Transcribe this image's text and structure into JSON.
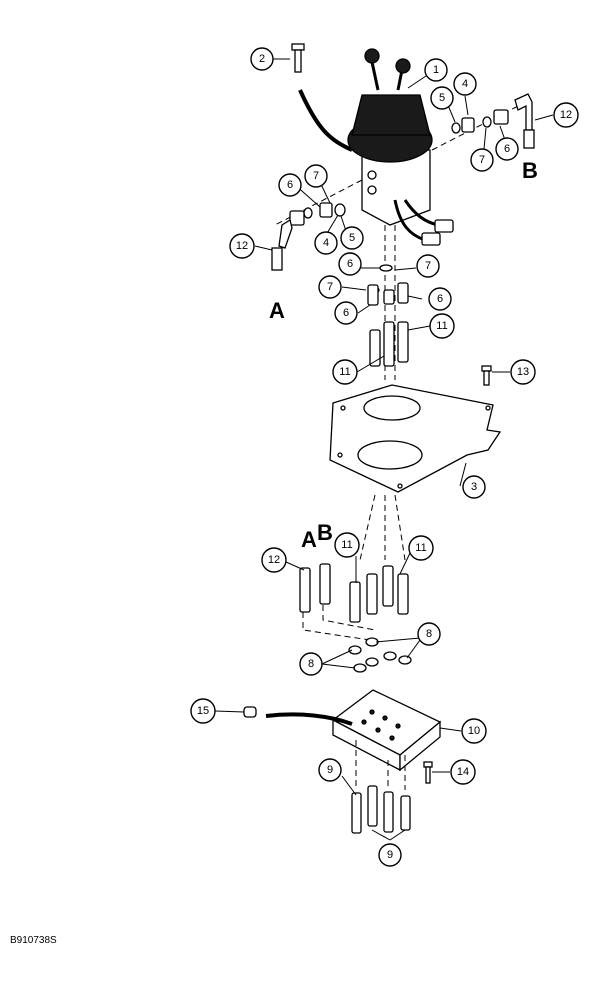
{
  "callouts": {
    "c1": "1",
    "c2": "2",
    "c3": "3",
    "c4a": "4",
    "c4b": "4",
    "c5a": "5",
    "c5b": "5",
    "c6a": "6",
    "c6b": "6",
    "c6c": "6",
    "c6d": "6",
    "c6e": "6",
    "c7a": "7",
    "c7b": "7",
    "c7c": "7",
    "c7d": "7",
    "c8a": "8",
    "c8b": "8",
    "c9a": "9",
    "c9b": "9",
    "c10": "10",
    "c11a": "11",
    "c11b": "11",
    "c11c": "11",
    "c11d": "11",
    "c12a": "12",
    "c12b": "12",
    "c12c": "12",
    "c13": "13",
    "c14": "14",
    "c15": "15"
  },
  "letters": {
    "a_left": "A",
    "b_right": "B",
    "a_lower": "A",
    "b_lower": "B"
  },
  "document_code": "B910738S"
}
